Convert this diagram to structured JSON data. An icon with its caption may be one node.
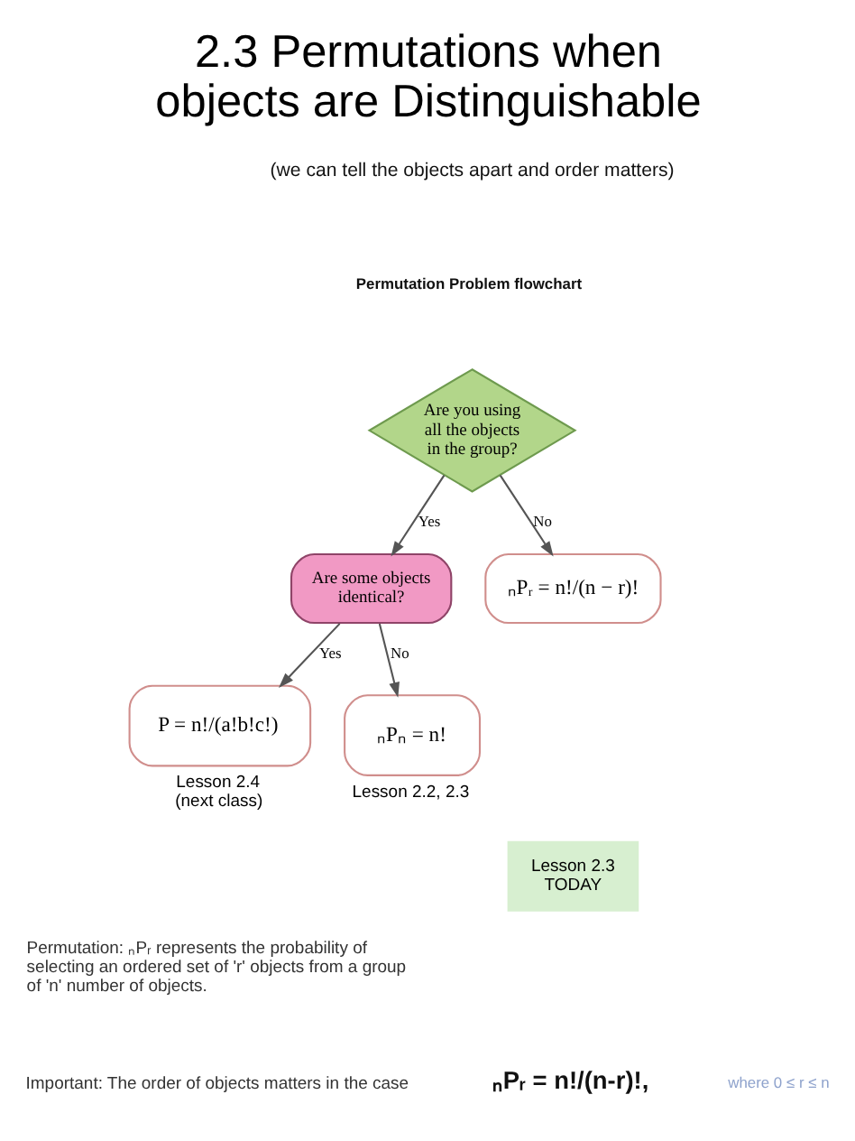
{
  "diagram": {
    "title": "2.3 Permutations when objects are Distinguishable",
    "nodes": [
      {
        "text": [
          "Are you using all the objects in the group?"
        ]
      },
      {
        "text": [
          "Are some objects identical?"
        ]
      },
      {
        "text": [
          "P = n!/(a!b!c!)"
        ],
        "beside": [
          "Lesson 2.4 (next class)"
        ]
      },
      {
        "text": [
          "ₙPₙ = n!"
        ],
        "beside": [
          "Lesson 2.2, 2.3"
        ]
      },
      {
        "text": [
          "ₙPᵣ = n!/(n − r)!"
        ]
      },
      {
        "text": [
          "Lesson 2.3 TODAY"
        ]
      }
    ],
    "edges": [
      {
        "from": 0,
        "to": 1,
        "arrow": "to",
        "label": "Yes"
      },
      {
        "from": 0,
        "to": 4,
        "arrow": "to",
        "label": "No"
      },
      {
        "from": 1,
        "to": 2,
        "arrow": "to",
        "label": "Yes"
      },
      {
        "from": 1,
        "to": 3,
        "arrow": "to",
        "label": "No"
      }
    ],
    "labels": [
      "(we can tell the objects apart and order matters)",
      "Permutation Problem flowchart",
      "Permutation: ₙPᵣ represents the probability of selecting an ordered set of 'r' objects from a group of 'n' number of objects.",
      "Important: The order of objects matters in the case",
      "ₙPᵣ = n!/(n-r)!,",
      "where 0 ≤ r ≤ n"
    ]
  }
}
